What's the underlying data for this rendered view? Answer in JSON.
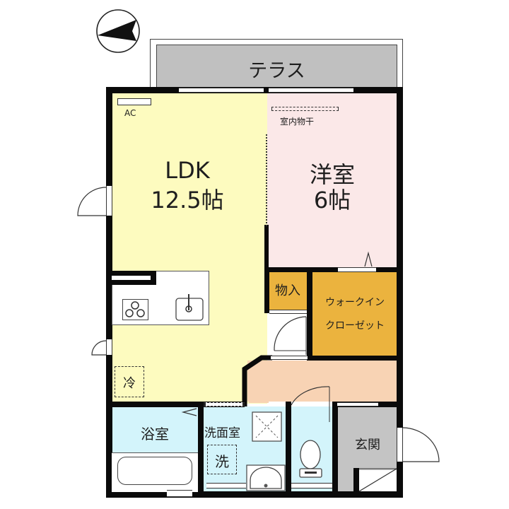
{
  "compass": {
    "icon": "north-arrow-compass-icon",
    "direction": "west"
  },
  "rooms": {
    "terrace": {
      "label": "テラス",
      "color": "#c0c0c0"
    },
    "ldk": {
      "label": "LDK",
      "size": "12.5帖",
      "color": "#fdfbbf"
    },
    "western_room": {
      "label": "洋室",
      "size": "6帖",
      "color": "#fbe8e8"
    },
    "storage": {
      "label": "物入",
      "color": "#ebb33e"
    },
    "walk_in_closet": {
      "label_line1": "ウォークイン",
      "label_line2": "クローゼット",
      "color": "#ebb33e"
    },
    "hallway": {
      "color": "#f8d3b4"
    },
    "bathroom": {
      "label": "浴室",
      "color": "#d3f4fb"
    },
    "washroom": {
      "label": "洗面室",
      "color": "#d3f4fb"
    },
    "toilet": {
      "color": "#d3f4fb"
    },
    "entrance": {
      "label": "玄関",
      "color": "#c4c4c4"
    }
  },
  "fixtures": {
    "ac": {
      "label": "AC",
      "icon": "air-conditioner-icon"
    },
    "indoor_drying": {
      "label": "室内物干",
      "icon": "drying-rail-icon"
    },
    "fridge": {
      "label": "冷",
      "icon": "refrigerator-space-icon"
    },
    "washer": {
      "label": "洗",
      "icon": "washing-machine-space-icon"
    },
    "stove": {
      "icon": "stove-burners-icon"
    },
    "kitchen_sink": {
      "icon": "kitchen-sink-icon"
    },
    "bathtub": {
      "icon": "bathtub-icon"
    },
    "wash_basin": {
      "icon": "wash-basin-icon"
    },
    "toilet_bowl": {
      "icon": "toilet-icon"
    }
  }
}
